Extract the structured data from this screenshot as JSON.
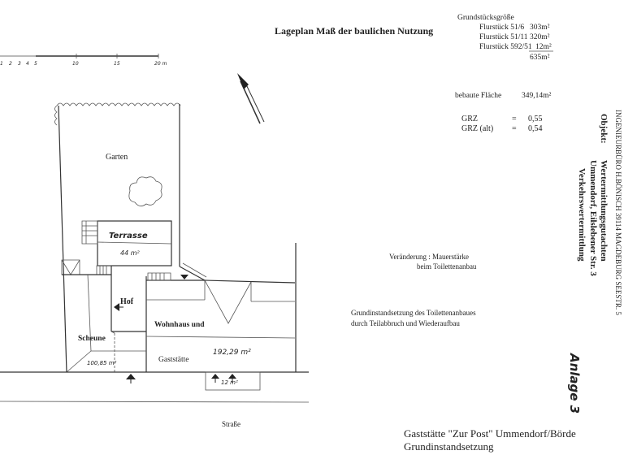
{
  "title": "Lageplan  Maß der baulichen Nutzung",
  "lot_sizes": {
    "heading": "Grundstücksgröße",
    "rows": [
      {
        "label": "Flurstück 51/6",
        "value": "303m²"
      },
      {
        "label": "Flurstück 51/11",
        "value": "320m²"
      },
      {
        "label": "Flurstück 592/51",
        "value": "12m²"
      }
    ],
    "total": "635m²"
  },
  "built_area": {
    "label": "bebaute Fläche",
    "value": "349,14m²"
  },
  "grz": [
    {
      "label": "GRZ",
      "eq": "=",
      "value": "0,55"
    },
    {
      "label": "GRZ (alt)",
      "eq": "=",
      "value": "0,54"
    }
  ],
  "scale_bar": {
    "ticks": [
      "1",
      "2",
      "3",
      "4",
      "5",
      "10",
      "15",
      "20 m"
    ]
  },
  "plan_labels": {
    "garden": "Garten",
    "terrace": "Terrasse",
    "terrace_area": "44 m²",
    "yard": "Hof",
    "barn": "Scheune",
    "barn_area": "100,85 m²",
    "house_line1": "Wohnhaus und",
    "house_line2": "Gaststätte",
    "house_area": "192,29 m²",
    "annex_area": "12 m²",
    "street": "Straße"
  },
  "notes": {
    "change_line1": "Veränderung : Mauerstärke",
    "change_line2": "beim Toilettenanbau",
    "repair_line1": "Grundinstandsetzung des Toilettenanbaues",
    "repair_line2": "durch Teilabbruch und Wiederaufbau"
  },
  "side_header": {
    "office": "INGENIEURBÜRO H.BÖNISCH  39114  MAGDEBURG  SEESTR. 5",
    "object_label": "Objekt:",
    "object_line1": "Wertermittlungsgutachten",
    "object_line2": "Ummendorf, Eilslebener Str. 3",
    "object_line3": "Verkehrswertermittlung"
  },
  "attachment": "Anlage 3",
  "footer": {
    "line1": "Gaststätte \"Zur Post\"  Ummendorf/Börde",
    "line2": "Grundinstandsetzung"
  }
}
